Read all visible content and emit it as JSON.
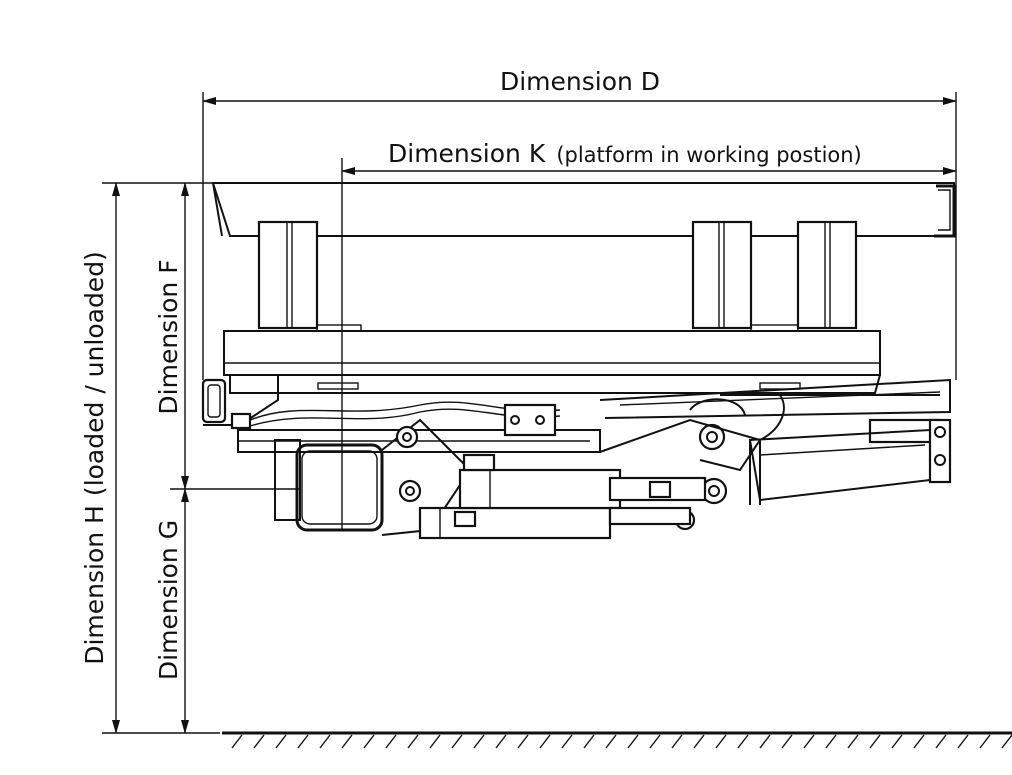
{
  "labels": {
    "dimension_d": "Dimension D",
    "dimension_k": "Dimension K",
    "dimension_k_note": "(platform in working postion)",
    "dimension_f": "Dimension F",
    "dimension_g": "Dimension G",
    "dimension_h": "Dimension H",
    "dimension_h_note": "(loaded / unloaded)"
  },
  "colors": {
    "line": "#111111",
    "background": "#ffffff"
  }
}
